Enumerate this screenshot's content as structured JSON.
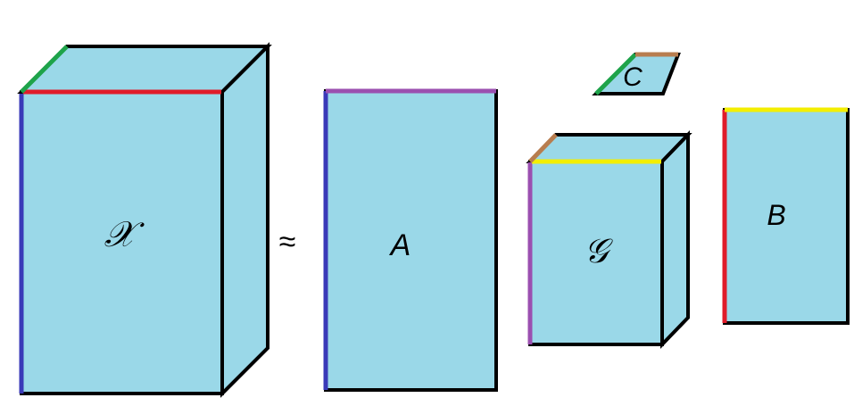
{
  "colors": {
    "fill": "#9ad8e8",
    "outline": "#000000",
    "blue_edge": "#3a3ab8",
    "red_edge": "#e01c2a",
    "green_edge": "#1ea34a",
    "purple_edge": "#9b4fb0",
    "yellow_edge": "#f3ee00",
    "brown_edge": "#b87d4f",
    "background": "#ffffff"
  },
  "labels": {
    "tensor_x": "𝒳",
    "approx": "≈",
    "matrix_a": "A",
    "core_g": "𝒢",
    "matrix_c": "C",
    "matrix_b": "B"
  }
}
